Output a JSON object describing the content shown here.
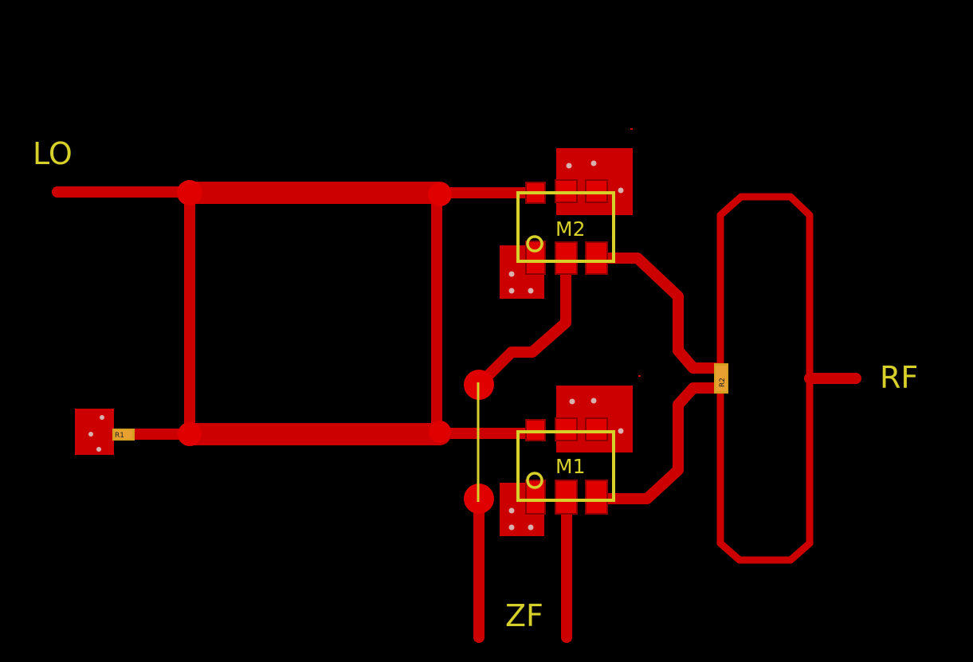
{
  "canvas": {
    "background": "#000000"
  },
  "colors": {
    "copper": "#cc0000",
    "copper_bright": "#e00000",
    "pad": "#d40000",
    "pad_dark": "#8c0000",
    "silkscreen": "#d8d02a",
    "via_hole": "#d8b0b0",
    "resistor_body": "#d4a020"
  },
  "labels": {
    "lo": "LO",
    "rf": "RF",
    "zf": "ZF"
  },
  "components": {
    "m1": "M1",
    "m2": "M2",
    "r1": "R1",
    "r2": "R2"
  }
}
